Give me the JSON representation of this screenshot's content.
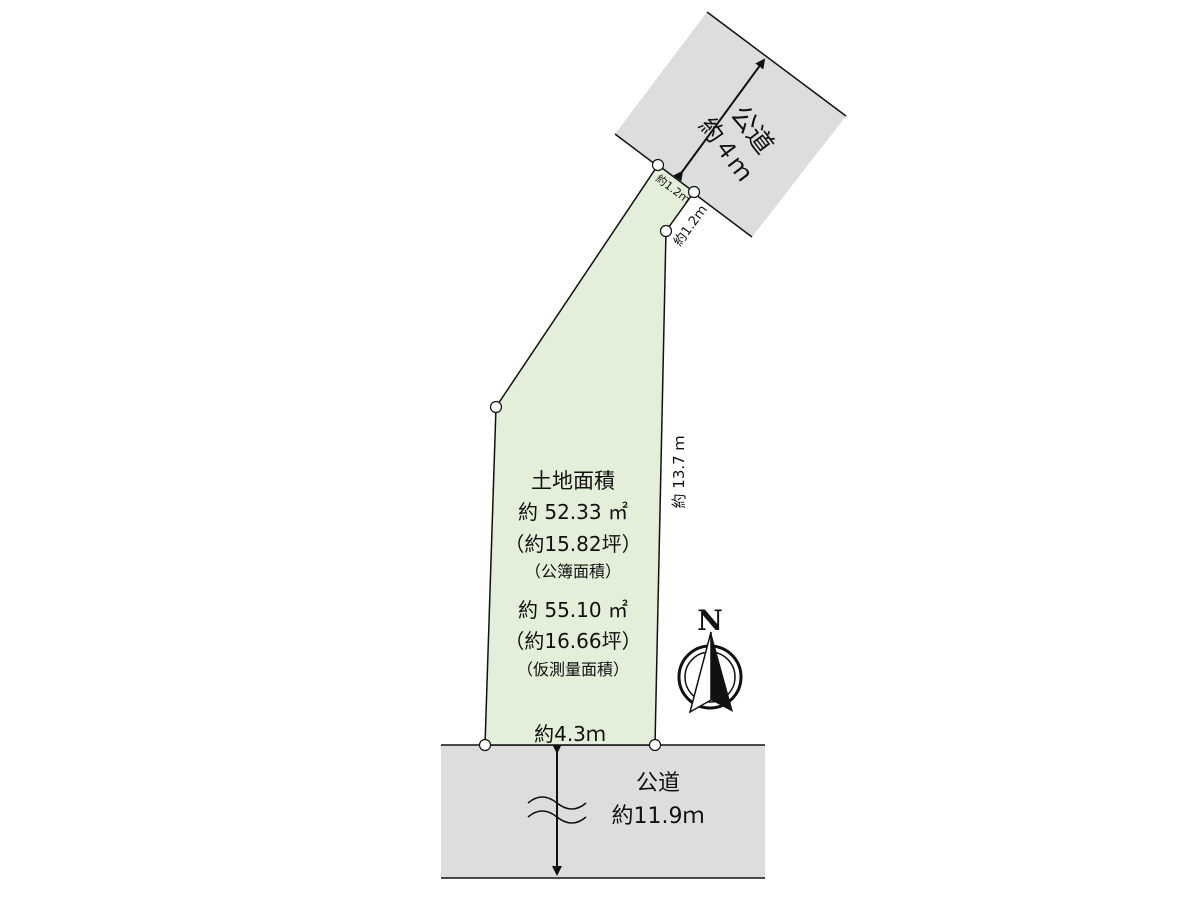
{
  "colors": {
    "lot_fill": "#e3efd8",
    "road_fill": "#dcdddd",
    "line": "#111111"
  },
  "north_road": {
    "label": "公道",
    "width": "約４ｍ"
  },
  "south_road": {
    "label": "公道",
    "width": "約11.9ｍ"
  },
  "lot": {
    "title": "土地面積",
    "registered_area_sqm": "約 52.33 ㎡",
    "registered_area_tsubo": "（約15.82坪）",
    "registered_note": "（公簿面積）",
    "survey_area_sqm": "約 55.10 ㎡",
    "survey_area_tsubo": "（約16.66坪）",
    "survey_note": "（仮測量面積）"
  },
  "dimensions": {
    "frontage_north_a": "約1.2ｍ",
    "frontage_north_b": "約1.2ｍ",
    "east_side": "約 13.7 ｍ",
    "south_side": "約4.3ｍ"
  },
  "compass": {
    "label": "N",
    "icon": "north-arrow-icon"
  }
}
